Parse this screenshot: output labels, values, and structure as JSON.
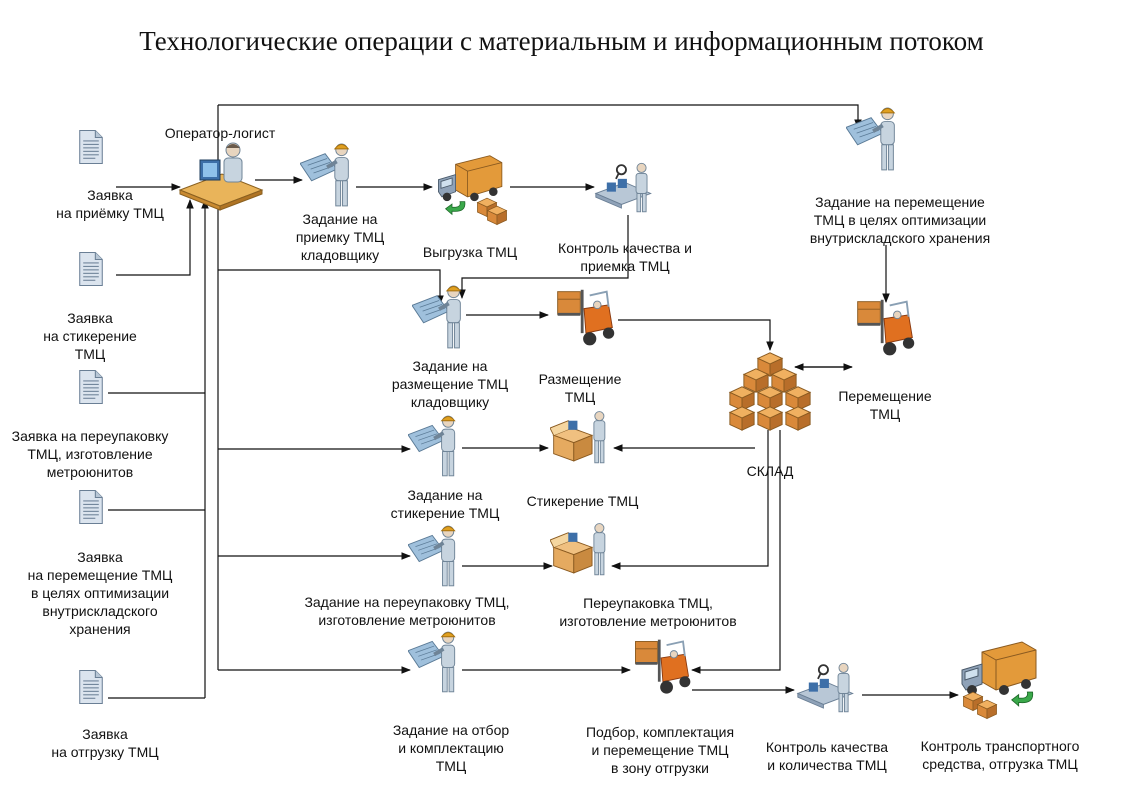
{
  "title": "Технологические операции с материальным и информационным потоком",
  "operator_label": "Оператор-логист",
  "warehouse_label": "СКЛАД",
  "requests": [
    {
      "label": "Заявка\nна приёмку ТМЦ"
    },
    {
      "label": "Заявка\nна стикерение\nТМЦ"
    },
    {
      "label": "Заявка на переупаковку\nТМЦ, изготовление\nметроюнитов"
    },
    {
      "label": "Заявка\nна перемещение ТМЦ\nв целях оптимизации\nвнутрискладского\nхранения"
    },
    {
      "label": "Заявка\nна отгрузку ТМЦ"
    }
  ],
  "tasks": [
    {
      "label": "Задание на\nприемку ТМЦ\nкладовщику"
    },
    {
      "label": "Задание на\nразмещение ТМЦ\nкладовщику"
    },
    {
      "label": "Задание на\nстикерение ТМЦ"
    },
    {
      "label": "Задание на переупаковку ТМЦ,\nизготовление метроюнитов"
    },
    {
      "label": "Задание на отбор\nи комплектацию\nТМЦ"
    },
    {
      "label": "Задание на перемещение\nТМЦ в целях оптимизации\nвнутрискладского хранения"
    }
  ],
  "operations": [
    {
      "label": "Выгрузка ТМЦ"
    },
    {
      "label": "Контроль качества и\nприемка ТМЦ"
    },
    {
      "label": "Размещение\nТМЦ"
    },
    {
      "label": "Перемещение\nТМЦ"
    },
    {
      "label": "Стикерение ТМЦ"
    },
    {
      "label": "Переупаковка ТМЦ,\nизготовление метроюнитов"
    },
    {
      "label": "Подбор, комплектация\nи перемещение ТМЦ\nв зону отгрузки"
    },
    {
      "label": "Контроль качества\nи количества ТМЦ"
    },
    {
      "label": "Контроль транспортного\nсредства, отгрузка ТМЦ"
    }
  ],
  "colors": {
    "line": "#111111",
    "person_skin": "#c7d4df",
    "helmet": "#e0a020",
    "box": "#d9893a",
    "truck_cab": "#8fa2b8",
    "forklift": "#e07020",
    "arrow_green": "#3aa84a"
  }
}
